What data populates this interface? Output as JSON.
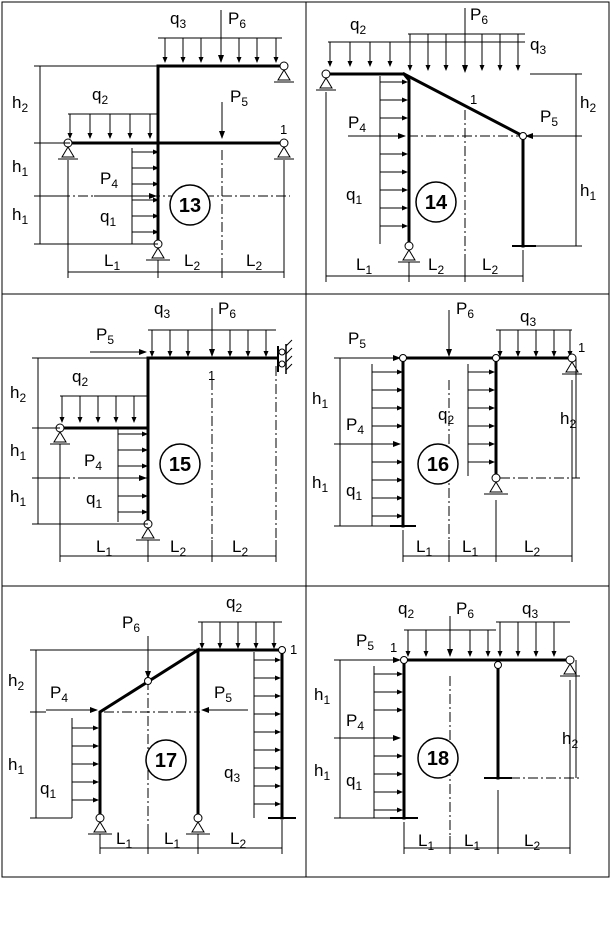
{
  "panels": [
    {
      "number": "13"
    },
    {
      "number": "14"
    },
    {
      "number": "15"
    },
    {
      "number": "16"
    },
    {
      "number": "17"
    },
    {
      "number": "18"
    }
  ],
  "labels": {
    "q": "q",
    "P": "P",
    "L": "L",
    "h": "h",
    "s1": "1",
    "s2": "2",
    "s3": "3",
    "s4": "4",
    "s5": "5",
    "s6": "6",
    "node": "1"
  }
}
